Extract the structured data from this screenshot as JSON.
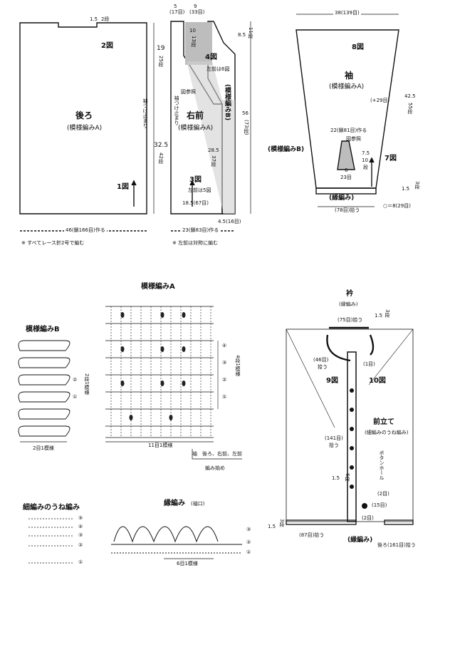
{
  "schematic": {
    "back": {
      "top_notch": "1.5",
      "top_notch_rows": "2段",
      "fig2": "2図",
      "title": "後ろ",
      "stitch": "(模様編みA)",
      "fig1": "1図",
      "sleeve_mark": "袖つけ止まり",
      "height_upper": "19",
      "height_upper_rows": "25段",
      "height_lower": "32.5",
      "height_lower_rows": "42段",
      "width": "46(鎖166目)作る"
    },
    "front": {
      "top_a": "5",
      "top_a_rows": "(17目)",
      "top_b": "9",
      "top_b_rows": "(33目)",
      "neck_depth": "10",
      "neck_depth_rows": "13段",
      "fig4": "4図",
      "left_decrease": "左前は6図",
      "ref": "図参照",
      "title": "右前",
      "stitch": "(模様編みA)",
      "band": "(模様編みB)",
      "shoulder": "8.5",
      "shoulder_rows": "11段",
      "total": "56",
      "total_rows": "(73段)",
      "lower": "28.5",
      "lower_rows": "37段",
      "sleeve_mark": "袖つけ止まり",
      "fig3": "3図",
      "left_fig3": "左前は5図",
      "bottom": "18.5(67目)",
      "band_bottom": "4.5(16目)",
      "width": "23(鎖83目)作る"
    },
    "sleeve": {
      "top": "38(139目)",
      "fig8": "8図",
      "title": "袖",
      "stitch": "(模様編みA)",
      "increase": "(+29目)",
      "length": "42.5",
      "length_rows": "55段",
      "inner": "22(鎖81目)作る",
      "ref": "図参照",
      "b_label": "(模様編みB)",
      "b_w": "7.5",
      "b_h": "10",
      "b_h_rows": "段",
      "b_inner": "6",
      "b_inner_rows": "23目",
      "fig7": "7図",
      "edge": "1.5",
      "edge_rows": "3段",
      "cuff": "(縁編み)",
      "cuff_count": "(78目)拾う",
      "equals": "○＝8(29目)"
    },
    "notes": {
      "lace": "※ すべてレース針2号で編む",
      "left": "※ 左前は対称に編む"
    }
  },
  "charts": {
    "a_title": "模様編みA",
    "a_rows": [
      "④",
      "③",
      "②",
      "①"
    ],
    "a_repeat_side": "4段1模様",
    "a_repeat_bottom": "11目1模様",
    "a_note_sleeve": "袖",
    "a_note_body": "後ろ、右前、左前",
    "a_start": "編み始め",
    "b_title": "模様編みB",
    "b_rows": [
      "②",
      "①"
    ],
    "b_repeat_side": "2段1模様",
    "b_repeat_bottom": "2目1模様",
    "c_title": "細編みのうね編み",
    "c_rows": [
      "⑤",
      "④",
      "③",
      "②",
      "①"
    ],
    "d_title": "縁編み",
    "d_sub": "(袖口)",
    "d_rows": [
      "③",
      "②",
      "①"
    ],
    "d_repeat": "6目1模様"
  },
  "finish": {
    "collar": "衿",
    "collar_stitch": "(縁編み)",
    "collar_pick": "(75目)拾う",
    "collar_edge": "1.5",
    "collar_edge_rows": "3段",
    "neck_pick": "(46目)",
    "neck_pick2": "拾う",
    "one": "(1目)",
    "fig9": "9図",
    "fig10": "10図",
    "front_band": "前立て",
    "front_band_stitch": "(細編みのうね編み)",
    "side_pick": "(141目)",
    "side_pick2": "拾う",
    "buttonhole": "ボタンホール",
    "buttonhole_2": "(2目)",
    "spacing": "1.5",
    "spacing_rows": "6段",
    "fifteen": "(15目)",
    "two": "(2目)",
    "edge": "1.5",
    "edge_rows": "3段",
    "bottom_pick": "(87目)拾う",
    "edge_name": "(縁編み)",
    "back_pick": "後ろ(161目)拾う"
  }
}
